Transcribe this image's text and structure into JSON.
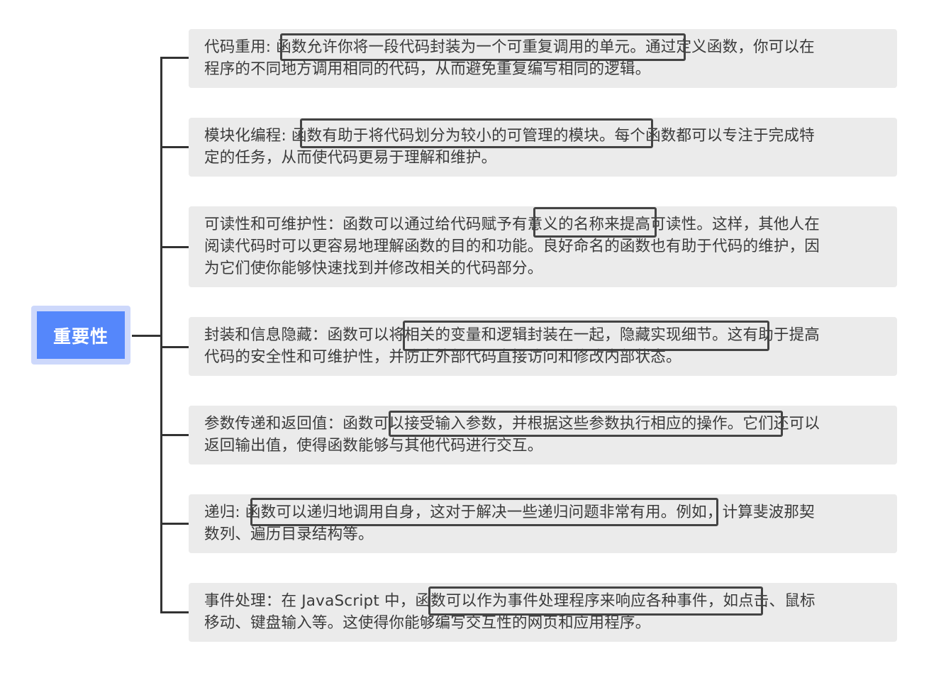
{
  "root": {
    "label": "重要性",
    "fill": "#5587fb",
    "halo": "#cdd8fb"
  },
  "branches": [
    {
      "title": "代码重用",
      "lines": [
        "代码重用: 函数允许你将一段代码封装为一个可重复调用的单元。通过定义函数，你可以在",
        "程序的不同地方调用相同的代码，从而避免重复编写相同的逻辑。"
      ],
      "highlight": "函数允许你将一段代码封装为一个可重复调用的单元。"
    },
    {
      "title": "模块化编程",
      "lines": [
        "模块化编程: 函数有助于将代码划分为较小的可管理的模块。每个函数都可以专注于完成特",
        "定的任务，从而使代码更易于理解和维护。"
      ],
      "highlight": "函数有助于将代码划分为较小的可管理的模块。"
    },
    {
      "title": "可读性和可维护性",
      "lines": [
        "可读性和可维护性：函数可以通过给代码赋予有意义的名称来提高可读性。这样，其他人在",
        "阅读代码时可以更容易地理解函数的目的和功能。良好命名的函数也有助于代码的维护，因",
        "为它们使你能够快速找到并修改相关的代码部分。"
      ],
      "highlight": "有意义的名称"
    },
    {
      "title": "封装和信息隐藏",
      "lines": [
        "封装和信息隐藏：函数可以将相关的变量和逻辑封装在一起，隐藏实现细节。这有助于提高",
        "代码的安全性和可维护性，并防止外部代码直接访问和修改内部状态。"
      ],
      "highlight": "将相关的变量和逻辑封装在一起，隐藏实现细节。"
    },
    {
      "title": "参数传递和返回值",
      "lines": [
        "参数传递和返回值：函数可以接受输入参数，并根据这些参数执行相应的操作。它们还可以",
        "返回输出值，使得函数能够与其他代码进行交互。"
      ],
      "highlight": "可以接受输入参数，并根据这些参数执行相应的操作"
    },
    {
      "title": "递归",
      "lines": [
        "递归: 函数可以递归地调用自身，这对于解决一些递归问题非常有用。例如，计算斐波那契",
        "数列、遍历目录结构等。"
      ],
      "highlight": "函数可以递归地调用自身，这对于解决一些递归问题非常有用。"
    },
    {
      "title": "事件处理",
      "lines": [
        "事件处理：在 JavaScript 中，函数可以作为事件处理程序来响应各种事件，如点击、鼠标",
        "移动、键盘输入等。这使得你能够编写交互性的网页和应用程序。"
      ],
      "highlight": "函数可以作为事件处理程序来响应各种事件，"
    }
  ],
  "colors": {
    "node_bg": "#ebebeb",
    "connector": "#333333",
    "text": "#3a3a3a",
    "highlight_border": "#444444"
  }
}
